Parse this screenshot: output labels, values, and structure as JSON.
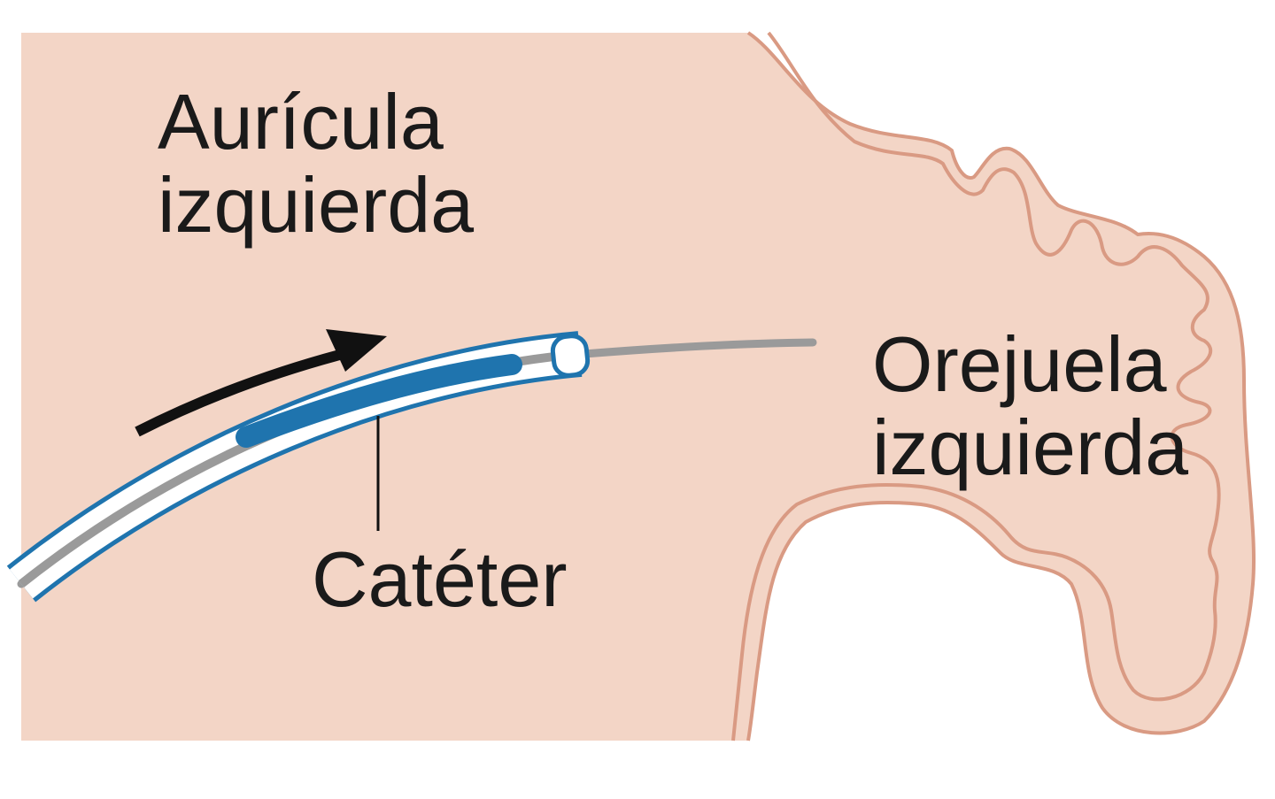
{
  "labels": {
    "atrium_line1": "Aurícula",
    "atrium_line2": "izquierda",
    "appendage_line1": "Orejuela",
    "appendage_line2": "izquierda",
    "catheter": "Catéter"
  },
  "colors": {
    "tissue_fill": "#f3d5c6",
    "tissue_outline": "#d99a83",
    "catheter_blue": "#1f74ae",
    "catheter_white": "#ffffff",
    "guidewire_gray": "#9a9a9a",
    "arrow_black": "#111111",
    "text": "#1a1a1a"
  }
}
